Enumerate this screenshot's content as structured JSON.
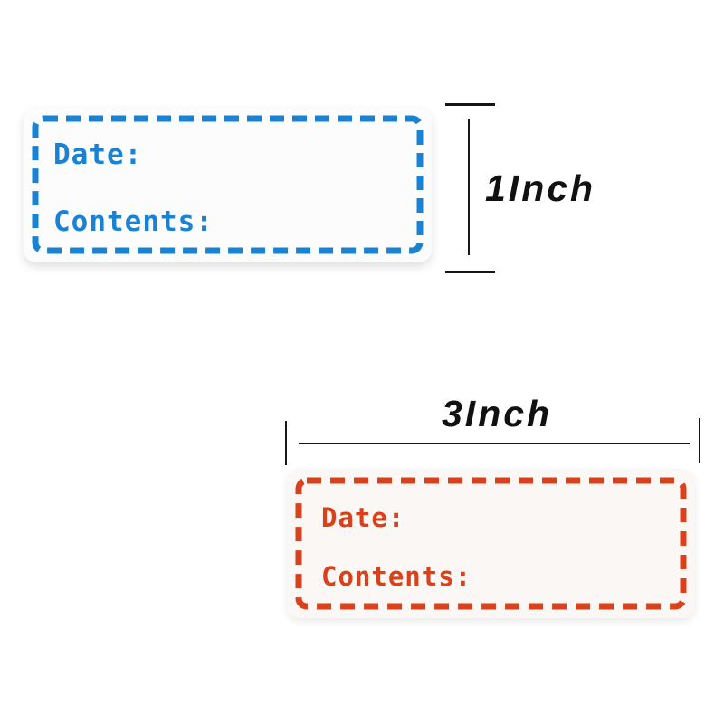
{
  "page": {
    "background": "#ffffff",
    "measure_line_color": "#161616"
  },
  "stickers": [
    {
      "name": "blue-label",
      "accent_color": "#1a82d2",
      "background": "#fcfcfd",
      "date_label": "Date:",
      "contents_label": "Contents:"
    },
    {
      "name": "red-label",
      "accent_color": "#d8411c",
      "background": "#faf7f4",
      "date_label": "Date:",
      "contents_label": "Contents:"
    }
  ],
  "measurements": {
    "height": {
      "label": "1Inch"
    },
    "width": {
      "label": "3Inch"
    }
  }
}
